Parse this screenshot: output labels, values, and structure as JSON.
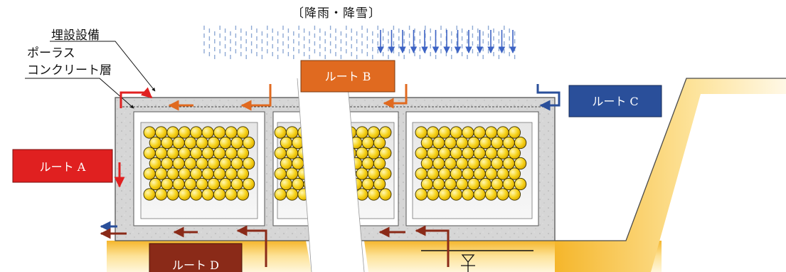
{
  "precip_label": "〔降雨・降雪〕",
  "labels": {
    "buried": "埋設設備",
    "porous_line1": "ポーラス",
    "porous_line2": "コンクリート層"
  },
  "routes": {
    "a": {
      "label": "ルート A",
      "color": "#e02020"
    },
    "b": {
      "label": "ルート B",
      "color": "#e06a20"
    },
    "c": {
      "label": "ルート C",
      "color": "#2a4f9a"
    },
    "d": {
      "label": "ルート D",
      "color": "#8a2a18"
    }
  },
  "colors": {
    "ground": "#f7c64a",
    "concrete": "#d5d5d5",
    "pipe": "#f8d21e",
    "rain": "#8ea9d4",
    "rain_arrow": "#3d63c4"
  },
  "icons": {
    "water_table": "water-table-symbol-icon"
  }
}
